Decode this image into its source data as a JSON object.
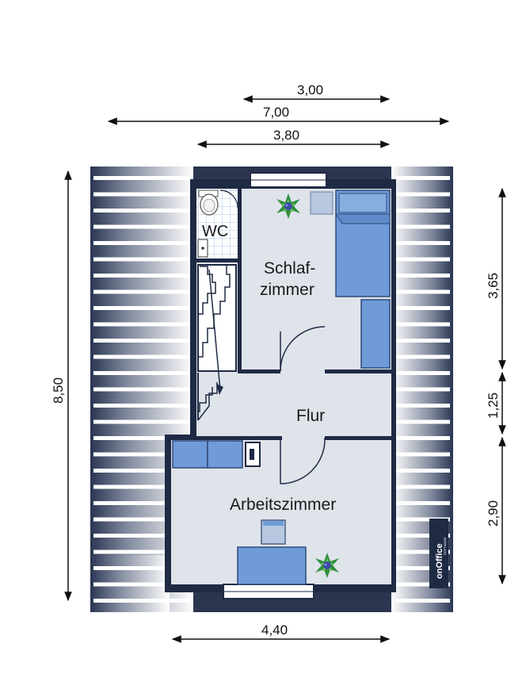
{
  "dimensions": {
    "top_1": "3,00",
    "top_2": "7,00",
    "top_3": "3,80",
    "left_total": "8,50",
    "right_1": "3,65",
    "right_2": "1,25",
    "right_3": "2,90",
    "bottom": "4,40"
  },
  "rooms": {
    "wc": "WC",
    "bedroom_line1": "Schlaf-",
    "bedroom_line2": "zimmer",
    "hall": "Flur",
    "study": "Arbeitszimmer"
  },
  "logo": {
    "brand": "onOffice",
    "sub": "SOFTWARE"
  },
  "colors": {
    "wall": "#1f2a44",
    "floor": "#dfe3ea",
    "furniture": "#6f9bd8",
    "roof_slope": "#ffffff"
  }
}
